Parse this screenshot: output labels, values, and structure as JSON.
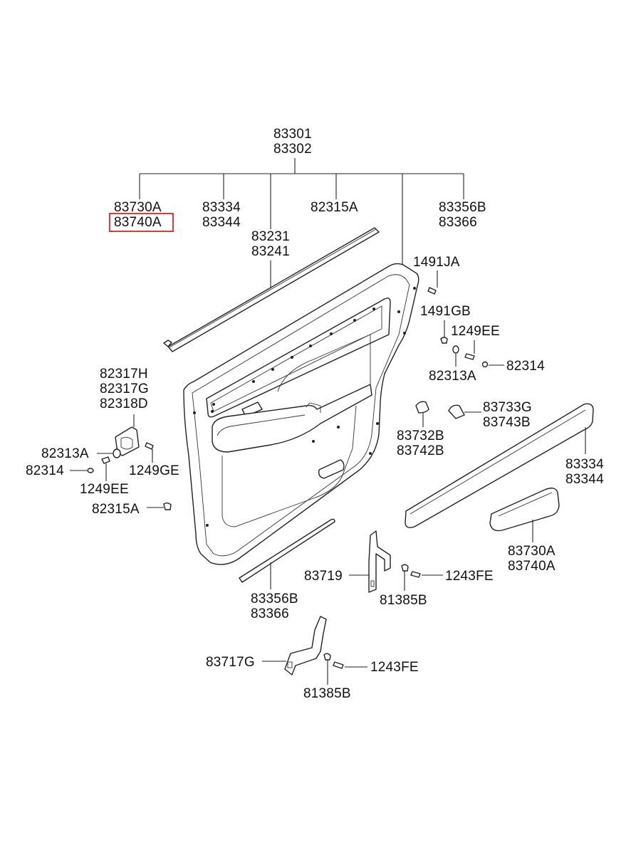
{
  "diagram": {
    "highlight_color": "#e53935",
    "labels": {
      "top_assembly": [
        "83301",
        "83302"
      ],
      "garnish_top_left": [
        "83730A",
        "83740A"
      ],
      "molding_top": [
        "83334",
        "83344"
      ],
      "weatherstrip_top": [
        "83231",
        "83241"
      ],
      "cap_top": [
        "82315A"
      ],
      "strip_top_right": [
        "83356B",
        "83366"
      ],
      "screw_1491ja": [
        "1491JA"
      ],
      "screw_1491gb": [
        "1491GB"
      ],
      "clip_1249ee_right": [
        "1249EE"
      ],
      "cap_82314_right": [
        "82314"
      ],
      "cap_82313a_right": [
        "82313A"
      ],
      "holder_83733g": [
        "83733G",
        "83743B"
      ],
      "holder_83732b": [
        "83732B",
        "83742B"
      ],
      "molding_right": [
        "83334",
        "83344"
      ],
      "garnish_right": [
        "83730A",
        "83740A"
      ],
      "handle_82317h": [
        "82317H",
        "82317G",
        "82318D"
      ],
      "cap_82313a_left": [
        "82313A"
      ],
      "cap_82314_left": [
        "82314"
      ],
      "screw_1249ge": [
        "1249GE"
      ],
      "screw_1249ee_left": [
        "1249EE"
      ],
      "cap_82315a_left": [
        "82315A"
      ],
      "bracket_83719": [
        "83719"
      ],
      "clip_81385b_mid": [
        "81385B"
      ],
      "screw_1243fe_mid": [
        "1243FE"
      ],
      "strip_bottom": [
        "83356B",
        "83366"
      ],
      "bracket_83717g": [
        "83717G"
      ],
      "clip_81385b_bottom": [
        "81385B"
      ],
      "screw_1243fe_bottom": [
        "1243FE"
      ]
    }
  }
}
